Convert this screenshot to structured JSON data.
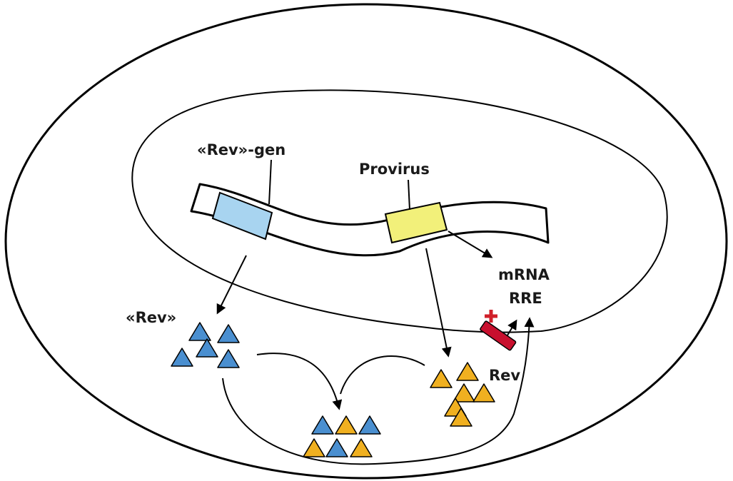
{
  "labels": {
    "rev_gene": "«Rev»-gen",
    "provirus": "Provirus",
    "mrna": "mRNA",
    "rre": "RRE",
    "rev_protein": "«Rev»",
    "rev": "Rev"
  },
  "colors": {
    "rev_gene_segment": "#a8d4f0",
    "provirus_segment": "#f2f07a",
    "blue_triangle": "#4a8fd0",
    "yellow_triangle": "#f0b020",
    "rev_bound": "#c8102e",
    "block_sign": "#d0202a"
  }
}
